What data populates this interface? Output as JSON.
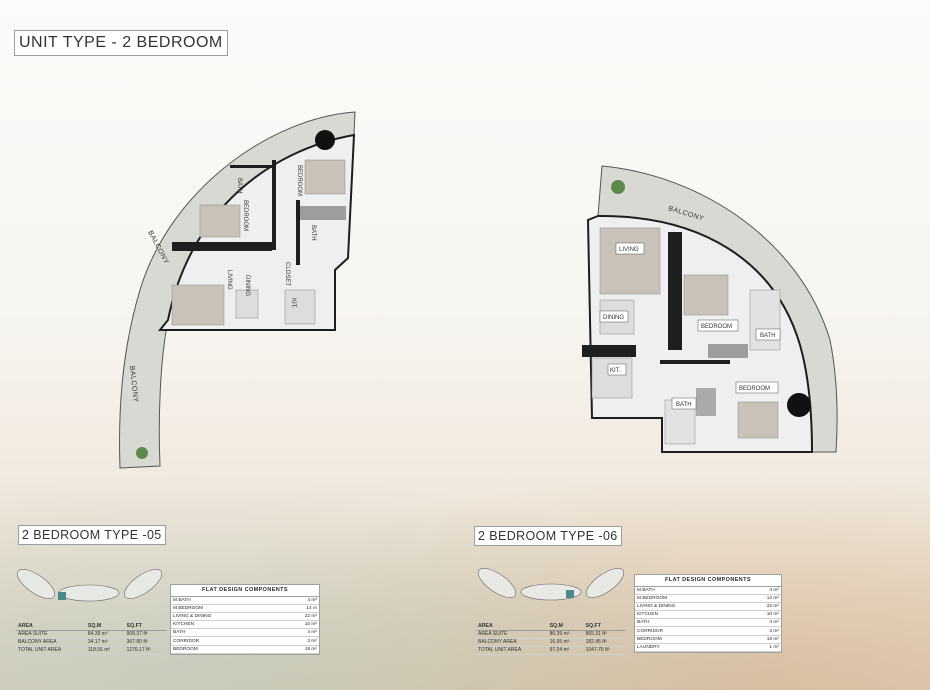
{
  "page_title": "UNIT TYPE - 2 BEDROOM",
  "units": [
    {
      "type_label": "2 BEDROOM TYPE -05",
      "room_labels": [
        "BATH",
        "BEDROOM",
        "BEDROOM",
        "BATH",
        "LIVING",
        "DINING",
        "KIT.",
        "CLOSET",
        "BALCONY",
        "BALCONY"
      ],
      "area_table": {
        "headers": [
          "AREA",
          "SQ.M",
          "SQ.FT"
        ],
        "rows": [
          [
            "AREA SUITE",
            "84.39 m²",
            "908.37 ft²"
          ],
          [
            "BALCONY AREA",
            "34.17 m²",
            "367.80 ft²"
          ],
          [
            "TOTAL UNIT AREA",
            "118.56 m²",
            "1276.17 ft²"
          ]
        ]
      },
      "components": {
        "title": "FLAT DESIGN COMPONENTS",
        "rows": [
          [
            "M.BATH",
            "4 m²"
          ],
          [
            "M.BEDROOM",
            "14 m"
          ],
          [
            "LIVING & DINING",
            "22 m²"
          ],
          [
            "KITCHEN",
            "10 m²"
          ],
          [
            "BATH",
            "4 m²"
          ],
          [
            "CORRIDOR",
            "3 m²"
          ],
          [
            "BEDROOM",
            "18 m²"
          ]
        ]
      }
    },
    {
      "type_label": "2 BEDROOM TYPE -06",
      "room_labels": [
        "BALCONY",
        "LIVING",
        "DINING",
        "KIT.",
        "BEDROOM",
        "BATH",
        "BEDROOM",
        "BATH"
      ],
      "area_table": {
        "headers": [
          "AREA",
          "SQ.M",
          "SQ.FT"
        ],
        "rows": [
          [
            "AREA SUITE",
            "80.39 m²",
            "865.31 ft²"
          ],
          [
            "BALCONY AREA",
            "16.95 m²",
            "182.45 ft²"
          ],
          [
            "TOTAL UNIT AREA",
            "97.34 m²",
            "1047.76 ft²"
          ]
        ]
      },
      "components": {
        "title": "FLAT DESIGN COMPONENTS",
        "rows": [
          [
            "M.BATH",
            "4 m²"
          ],
          [
            "M.BEDROOM",
            "14 m²"
          ],
          [
            "LIVING & DINING",
            "22 m²"
          ],
          [
            "KITCHEN",
            "10 m²"
          ],
          [
            "BATH",
            "4 m²"
          ],
          [
            "CORRIDOR",
            "3 m²"
          ],
          [
            "BEDROOM",
            "18 m²"
          ],
          [
            "LAUNDRY",
            "1 m²"
          ]
        ]
      }
    }
  ],
  "colors": {
    "wall": "#1e1e1e",
    "floor": "#ececec",
    "balcony": "#d9d9d4",
    "furniture": "#c9c2b8",
    "border": "#9c9c9c"
  }
}
